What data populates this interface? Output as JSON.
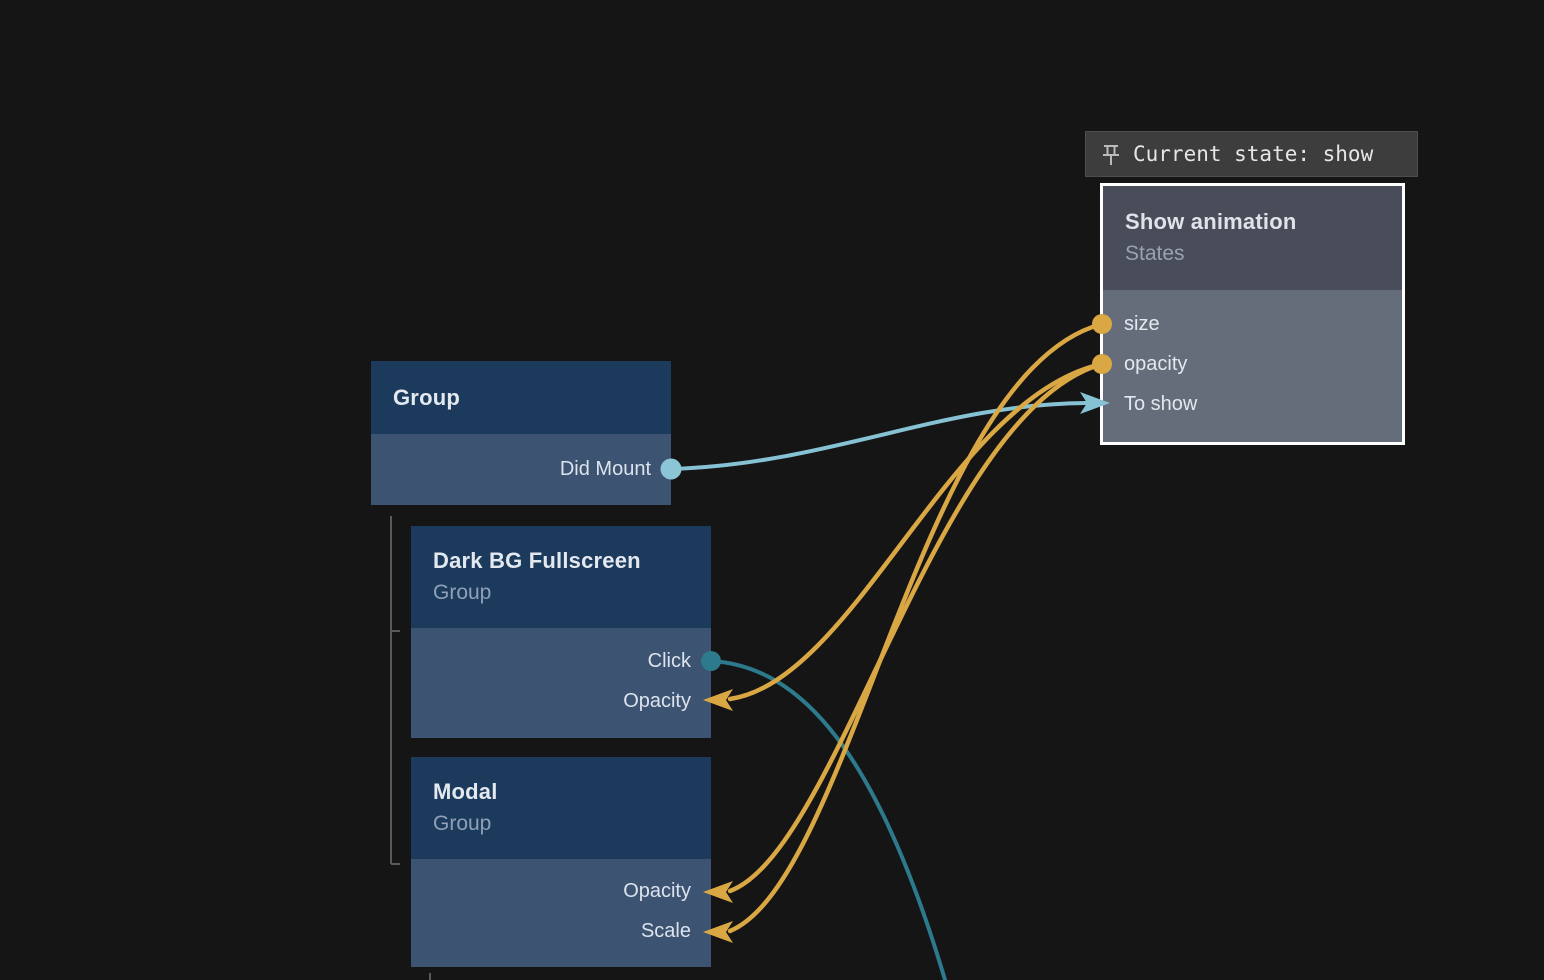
{
  "status_pill": {
    "icon": "push-pin",
    "text": "Current state: show"
  },
  "nodes": {
    "show_animation": {
      "title": "Show animation",
      "subtitle": "States",
      "selected": true,
      "ports": [
        {
          "label": "size",
          "side": "left",
          "connector": "dot",
          "color": "#d9a743"
        },
        {
          "label": "opacity",
          "side": "left",
          "connector": "dot",
          "color": "#d9a743"
        },
        {
          "label": "To show",
          "side": "left",
          "connector": "arrow-in",
          "color": "#86c2d4"
        }
      ]
    },
    "group": {
      "title": "Group",
      "ports": [
        {
          "label": "Did Mount",
          "side": "right",
          "connector": "dot",
          "color": "#86c2d4"
        }
      ]
    },
    "dark_bg_fullscreen": {
      "title": "Dark BG Fullscreen",
      "subtitle": "Group",
      "ports": [
        {
          "label": "Click",
          "side": "right",
          "connector": "dot",
          "color": "#2d7a8c"
        },
        {
          "label": "Opacity",
          "side": "right",
          "connector": "arrow-in",
          "color": "#d9a743"
        }
      ]
    },
    "modal": {
      "title": "Modal",
      "subtitle": "Group",
      "ports": [
        {
          "label": "Opacity",
          "side": "right",
          "connector": "arrow-in",
          "color": "#d9a743"
        },
        {
          "label": "Scale",
          "side": "right",
          "connector": "arrow-in",
          "color": "#d9a743"
        }
      ]
    }
  },
  "connections": [
    {
      "from": "group.Did Mount",
      "to": "show_animation.To show",
      "color": "#86c2d4"
    },
    {
      "from": "show_animation.opacity",
      "to": "dark_bg_fullscreen.Opacity",
      "color": "#d9a743"
    },
    {
      "from": "show_animation.opacity",
      "to": "modal.Opacity",
      "color": "#d9a743"
    },
    {
      "from": "show_animation.size",
      "to": "modal.Scale",
      "color": "#d9a743"
    },
    {
      "from": "dark_bg_fullscreen.Click",
      "to": "offscreen-bottom",
      "color": "#2d7a8c"
    }
  ],
  "colors": {
    "background": "#151515",
    "node_header_blue": "#1c3a5c",
    "node_body_blue": "#3d5372",
    "node_header_gray": "#484d59",
    "node_body_gray": "#666d7a",
    "selection_border": "#ffffff",
    "wire_yellow": "#d9a743",
    "wire_teal_light": "#86c2d4",
    "wire_teal_dark": "#2d7a8c",
    "hierarchy_line": "#5a5a5a",
    "pill_bg": "#3d3d3d",
    "pill_text": "#e6e6e6"
  }
}
